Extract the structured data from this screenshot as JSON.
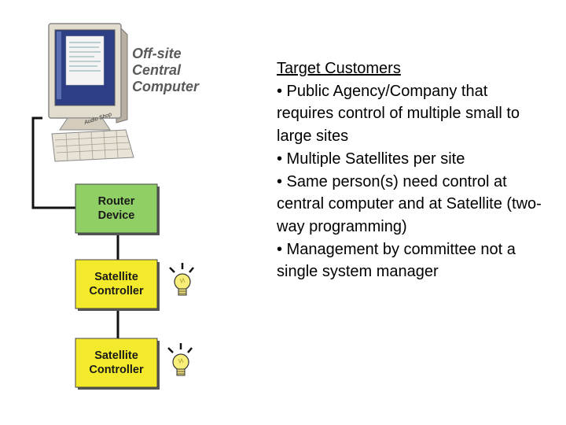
{
  "computer": {
    "label_lines": [
      "Off-site",
      "Central",
      "Computer"
    ],
    "sticker": "Audio Shop"
  },
  "router": {
    "label_lines": [
      "Router",
      "Device"
    ],
    "color": "#8fcf66"
  },
  "satellites": [
    {
      "label_lines": [
        "Satellite",
        "Controller"
      ]
    },
    {
      "label_lines": [
        "Satellite",
        "Controller"
      ]
    }
  ],
  "satellite_color": "#f2ea2a",
  "customers": {
    "heading": "Target Customers",
    "items": [
      "• Public Agency/Company that requires control of multiple small to large sites",
      "• Multiple Satellites per site",
      "• Same person(s) need control at central computer and at Satellite (two-way programming)",
      "• Management by committee not a single system manager"
    ]
  }
}
